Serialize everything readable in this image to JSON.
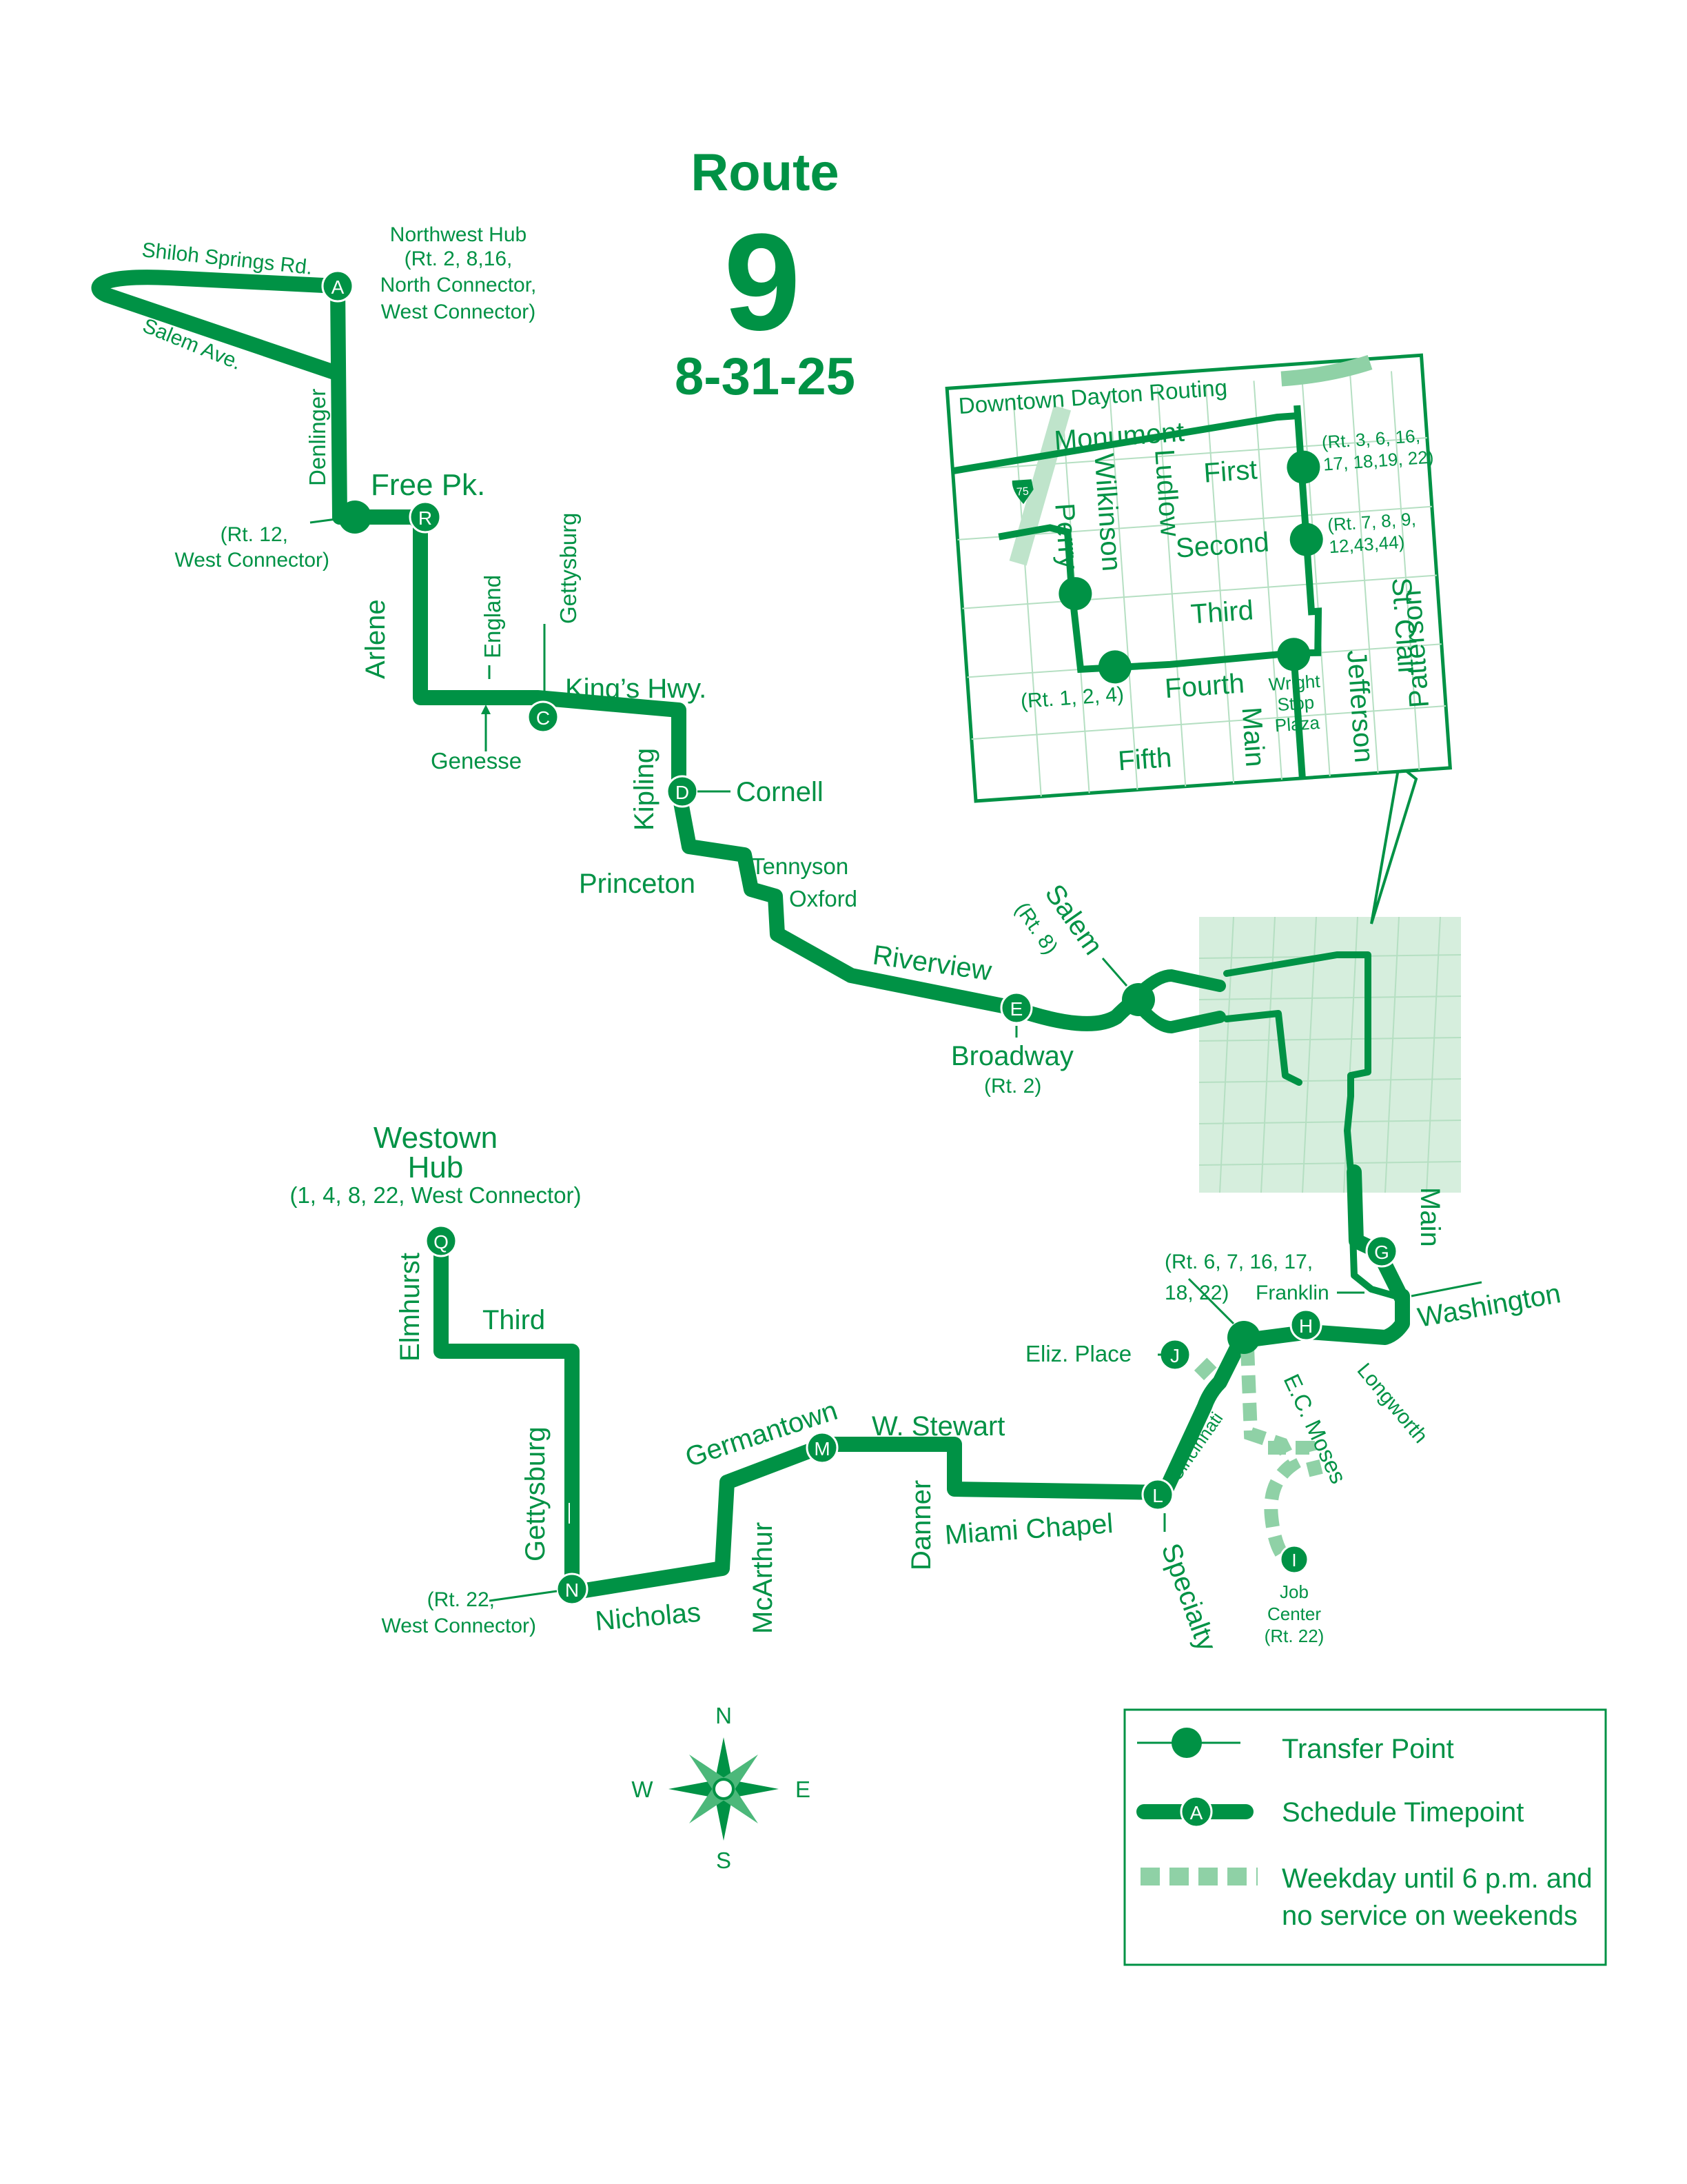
{
  "header": {
    "route_label": "Route",
    "route_number": "9",
    "date": "8-31-25"
  },
  "colors": {
    "route": "#009245",
    "light_route": "#8fd1a6",
    "downtown_shade": "#d6eedd",
    "grid": "#b5dfc2"
  },
  "timepoints": {
    "A": "A",
    "C": "C",
    "D": "D",
    "E": "E",
    "G": "G",
    "H": "H",
    "I": "I",
    "J": "J",
    "L": "L",
    "M": "M",
    "N": "N",
    "Q": "Q",
    "R": "R"
  },
  "streets": {
    "shiloh": "Shiloh Springs Rd.",
    "salem_ave": "Salem Ave.",
    "denlinger": "Denlinger",
    "free_pk": "Free Pk.",
    "arlene": "Arlene",
    "england": "England",
    "gettysburg_north": "Gettysburg",
    "kings_hwy": "King’s Hwy.",
    "genesse": "Genesse",
    "kipling": "Kipling",
    "cornell": "Cornell",
    "princeton": "Princeton",
    "tennyson": "Tennyson",
    "oxford": "Oxford",
    "riverview": "Riverview",
    "salem": "Salem",
    "broadway": "Broadway",
    "main": "Main",
    "franklin": "Franklin",
    "washington": "Washington",
    "longworth": "Longworth",
    "ec_moses": "E.C. Moses",
    "eliz_place": "Eliz. Place",
    "cincinnati": "Cincinnati",
    "specialty": "Specialty",
    "job_center": "Job",
    "job_center2": "Center",
    "miami_chapel": "Miami Chapel",
    "danner": "Danner",
    "w_stewart": "W. Stewart",
    "germantown": "Germantown",
    "mcarthur": "McArthur",
    "nicholas": "Nicholas",
    "gettysburg_south": "Gettysburg",
    "third": "Third",
    "elmhurst": "Elmhurst",
    "westown1": "Westown",
    "westown2": "Hub"
  },
  "transfers": {
    "northwest_hub": [
      "Northwest Hub",
      "(Rt. 2, 8,16,",
      "North Connector,",
      "West Connector)"
    ],
    "free_pk": [
      "(Rt. 12,",
      "West Connector)"
    ],
    "salem_rt": "(Rt. 8)",
    "broadway_rt": "(Rt. 2)",
    "franklin_rt": [
      "(Rt. 6, 7, 16, 17,",
      "18, 22)"
    ],
    "job_center_rt": "(Rt. 22)",
    "nicholas_rt": [
      "(Rt. 22,",
      "West Connector)"
    ],
    "westown": "(1, 4, 8, 22, West Connector)"
  },
  "downtown": {
    "title": "Downtown Dayton Routing",
    "monument": "Monument",
    "first": "First",
    "second": "Second",
    "third": "Third",
    "fourth": "Fourth",
    "fifth": "Fifth",
    "wilkinson": "Wilkinson",
    "ludlow": "Ludlow",
    "perry": "Perry",
    "main": "Main",
    "jefferson": "Jefferson",
    "st_clair": "St. Clair",
    "patterson": "Patterson",
    "wright1": "Wright",
    "wright2": "Stop",
    "wright3": "Plaza",
    "rt_first": [
      "(Rt. 3, 6, 16,",
      "17, 18,19, 22)"
    ],
    "rt_second": [
      "(Rt. 7, 8, 9,",
      "12,43,44)"
    ],
    "rt_fourth": "(Rt. 1, 2, 4)",
    "interstate": "75"
  },
  "legend": {
    "transfer": "Transfer Point",
    "timepoint": "Schedule Timepoint",
    "timepoint_letter": "A",
    "weekday1": "Weekday until 6 p.m. and",
    "weekday2": "no service on weekends"
  },
  "compass": {
    "n": "N",
    "s": "S",
    "e": "E",
    "w": "W"
  }
}
